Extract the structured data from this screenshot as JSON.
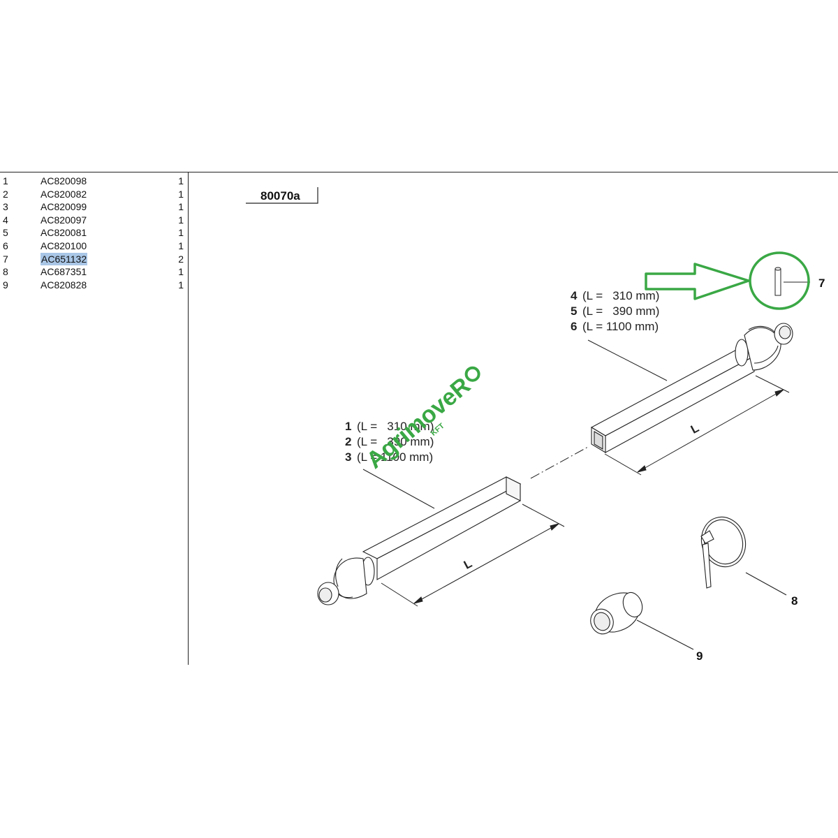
{
  "parts_list": [
    {
      "pos": "1",
      "part_no": "AC820098",
      "qty": "1"
    },
    {
      "pos": "2",
      "part_no": "AC820082",
      "qty": "1"
    },
    {
      "pos": "3",
      "part_no": "AC820099",
      "qty": "1"
    },
    {
      "pos": "4",
      "part_no": "AC820097",
      "qty": "1"
    },
    {
      "pos": "5",
      "part_no": "AC820081",
      "qty": "1"
    },
    {
      "pos": "6",
      "part_no": "AC820100",
      "qty": "1"
    },
    {
      "pos": "7",
      "part_no": "AC651132",
      "qty": "2",
      "highlighted": true
    },
    {
      "pos": "8",
      "part_no": "AC687351",
      "qty": "1"
    },
    {
      "pos": "9",
      "part_no": "AC820828",
      "qty": "1"
    }
  ],
  "diagram": {
    "code": "80070a",
    "upper_shaft_labels": [
      {
        "num": "4",
        "text": "(L =   310 mm)"
      },
      {
        "num": "5",
        "text": "(L =   390 mm)"
      },
      {
        "num": "6",
        "text": "(L = 1100 mm)"
      }
    ],
    "lower_shaft_labels": [
      {
        "num": "1",
        "text": "(L =   310 mm)"
      },
      {
        "num": "2",
        "text": "(L =   390 mm)"
      },
      {
        "num": "3",
        "text": "(L = 1100 mm)"
      }
    ],
    "dimension_label": "L",
    "callouts": {
      "pin": "7",
      "clamp": "8",
      "sleeve": "9"
    }
  },
  "watermark": {
    "brand": "AgrimoveR",
    "sub": "KFT"
  },
  "colors": {
    "highlight": "#a9c6e6",
    "annotation_green": "#3aa845"
  }
}
